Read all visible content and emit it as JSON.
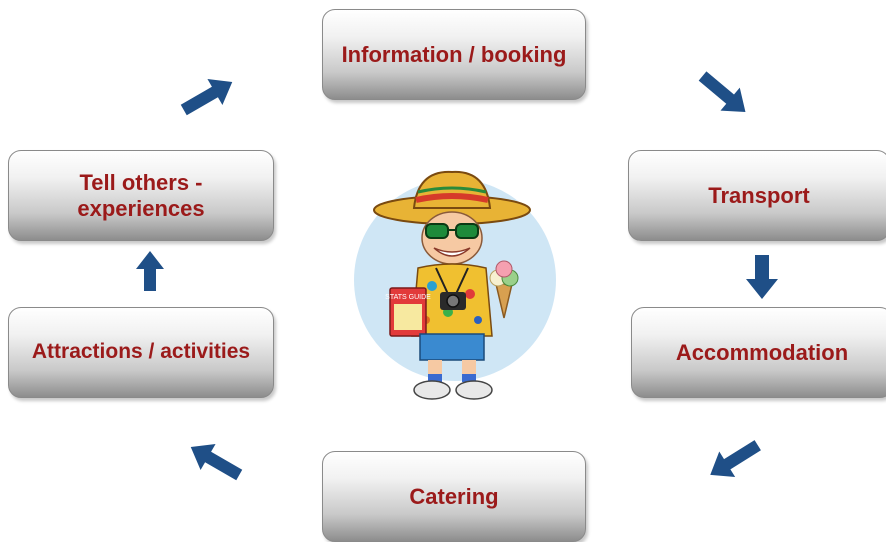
{
  "diagram": {
    "steps": [
      {
        "label": "Information / booking"
      },
      {
        "label": "Transport"
      },
      {
        "label": "Accommodation"
      },
      {
        "label": "Catering"
      },
      {
        "label": "Attractions / activities"
      },
      {
        "label": "Tell others -\nexperiences"
      }
    ],
    "colors": {
      "label_text": "#9b1a1a",
      "arrow": "#1f4f87",
      "circle": "#cfe6f5"
    },
    "center_image": {
      "icon": "tourist-illustration-icon",
      "book_title": "STATS GUIDE"
    }
  }
}
